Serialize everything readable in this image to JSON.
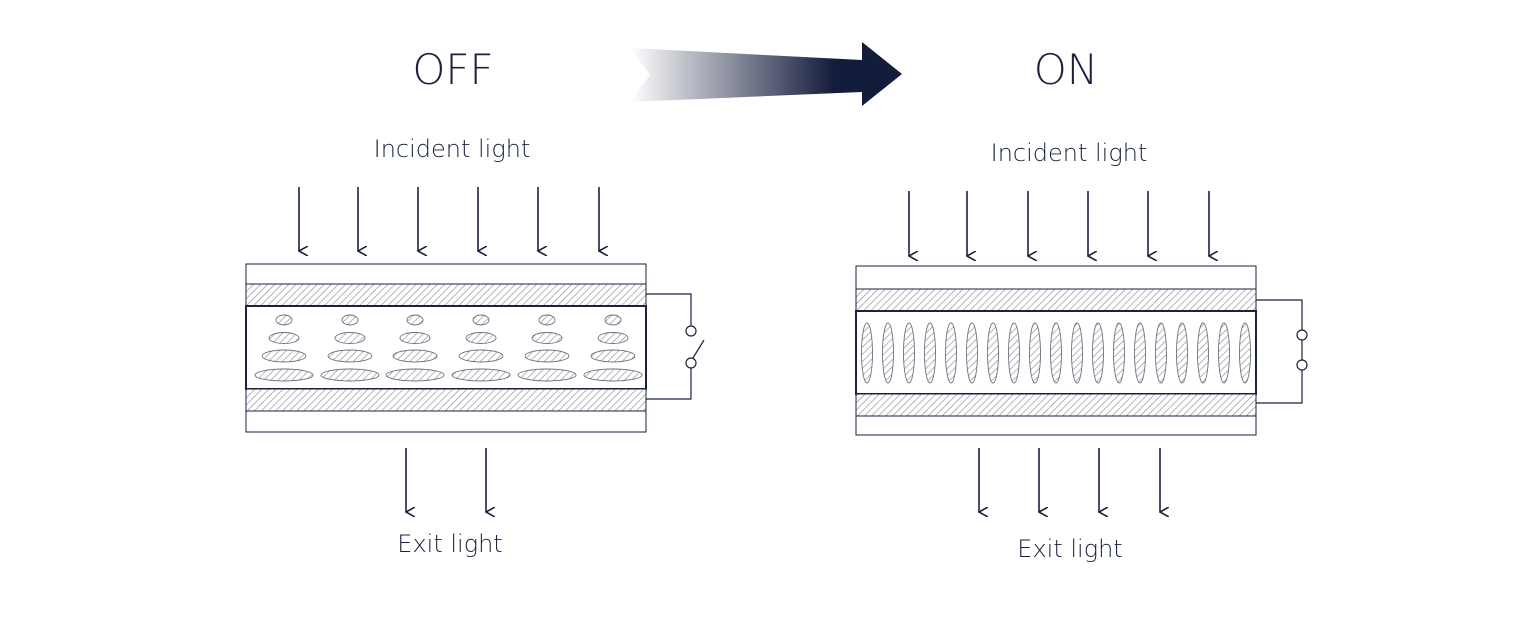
{
  "off_panel": {
    "title": "OFF",
    "incident_label": "Incident light",
    "exit_label": "Exit light",
    "incident_arrow_count": 6,
    "exit_arrow_count": 2,
    "switch_state": "open",
    "molecule_orientation": "horizontal"
  },
  "on_panel": {
    "title": "ON",
    "incident_label": "Incident light",
    "exit_label": "Exit light",
    "incident_arrow_count": 6,
    "exit_arrow_count": 4,
    "switch_state": "closed",
    "molecule_orientation": "vertical"
  },
  "transition_arrow": {
    "direction": "off-to-on"
  },
  "colors": {
    "ink": "#1a2240",
    "arrow_dark": "#141c3c",
    "hatch": "#8a8f9c",
    "background": "#ffffff"
  }
}
